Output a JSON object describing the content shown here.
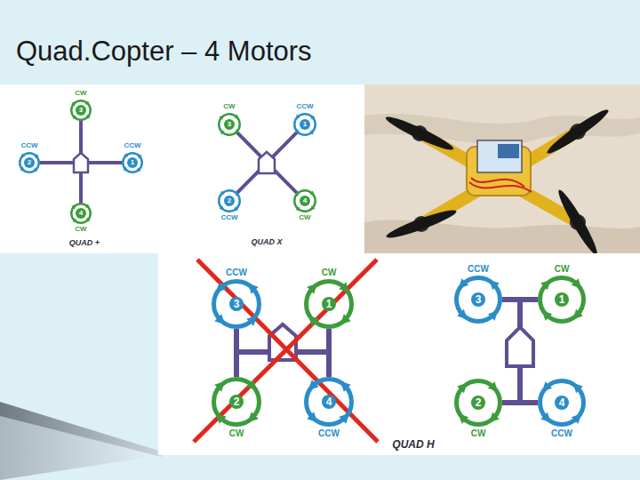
{
  "diagram": {
    "title": "Quad.Copter – 4 Motors",
    "nodes": [
      {
        "text": [
          "CW",
          "3"
        ]
      },
      {
        "text": [
          "CCW",
          "2"
        ]
      },
      {
        "text": [
          "CCW",
          "1"
        ]
      },
      {
        "text": [
          "4",
          "CW"
        ]
      },
      {
        "text": [
          "CW",
          "3"
        ]
      },
      {
        "text": [
          "CCW",
          "1"
        ]
      },
      {
        "text": [
          "2",
          "CCW"
        ]
      },
      {
        "text": [
          "4",
          "CW"
        ]
      },
      {
        "text": [
          "CCW",
          "3"
        ]
      },
      {
        "text": [
          "CW",
          "1"
        ]
      },
      {
        "text": [
          "2",
          "CW"
        ]
      },
      {
        "text": [
          "4",
          "CCW"
        ]
      },
      {
        "text": [
          "CCW",
          "3"
        ]
      },
      {
        "text": [
          "CW",
          "1"
        ]
      },
      {
        "text": [
          "2",
          "CW"
        ]
      },
      {
        "text": [
          "4",
          "CCW"
        ]
      }
    ],
    "edges": [
      {
        "from": 8,
        "to": 10,
        "arrow": "none"
      },
      {
        "from": 9,
        "to": 11,
        "arrow": "none"
      },
      {
        "from": 12,
        "to": 13,
        "arrow": "none"
      },
      {
        "from": 14,
        "to": 15,
        "arrow": "none"
      }
    ],
    "labels": [
      "QUAD +",
      "QUAD X",
      "QUAD H"
    ]
  }
}
